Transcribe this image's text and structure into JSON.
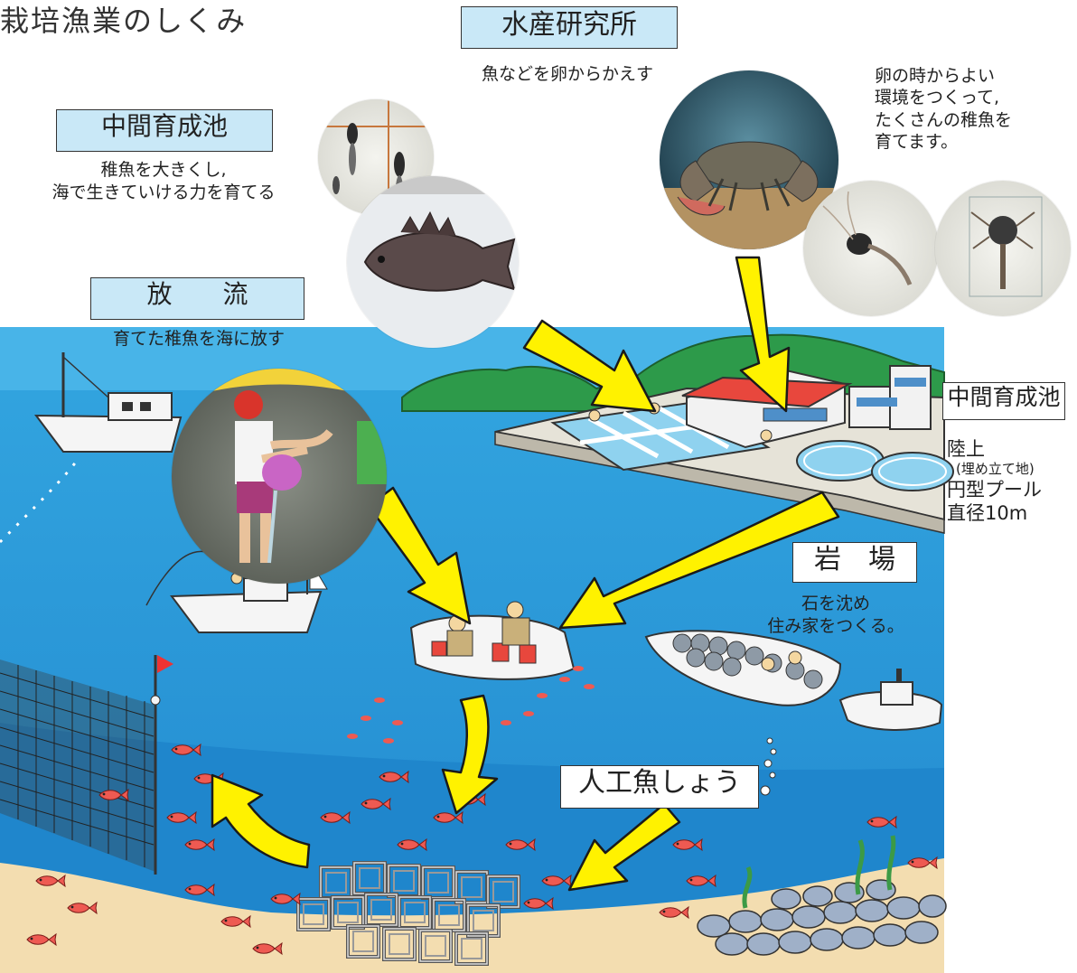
{
  "title": "栽培漁業のしくみ",
  "labels": {
    "research": "水産研究所",
    "research_caption": "魚などを卵からかえす",
    "egg_caption": [
      "卵の時からよい",
      "環境をつくって,",
      "たくさんの稚魚を",
      "育てます。"
    ],
    "nursery": "中間育成池",
    "nursery_caption": [
      "稚魚を大きくし,",
      "海で生きていける力を育てる"
    ],
    "release": "放　　流",
    "release_caption": "育てた稚魚を海に放す",
    "nursery_right": "中間育成池",
    "land_caption": [
      "陸上",
      "(埋め立て地)",
      "円型プール",
      "直径10m"
    ],
    "rock": "岩　場",
    "rock_caption": [
      "石を沈め",
      "住み家をつくる。"
    ],
    "reef": "人工魚しょう"
  },
  "colors": {
    "sea": "#2a9bd9",
    "sea_deep": "#1a7fc4",
    "sky": "#5cc1ee",
    "arrow": "#fff200",
    "arrow_outline": "#1a1a1a",
    "label_box": "#c9e8f7",
    "sand": "#f3ddb0",
    "fish": "#e8554d"
  },
  "icons": [
    "crab-photo",
    "larva-photo",
    "rockfish-photo",
    "shrimp-larva-photo",
    "child-release-photo",
    "boat-icon",
    "fish-icon",
    "net-icon",
    "building-icon"
  ]
}
